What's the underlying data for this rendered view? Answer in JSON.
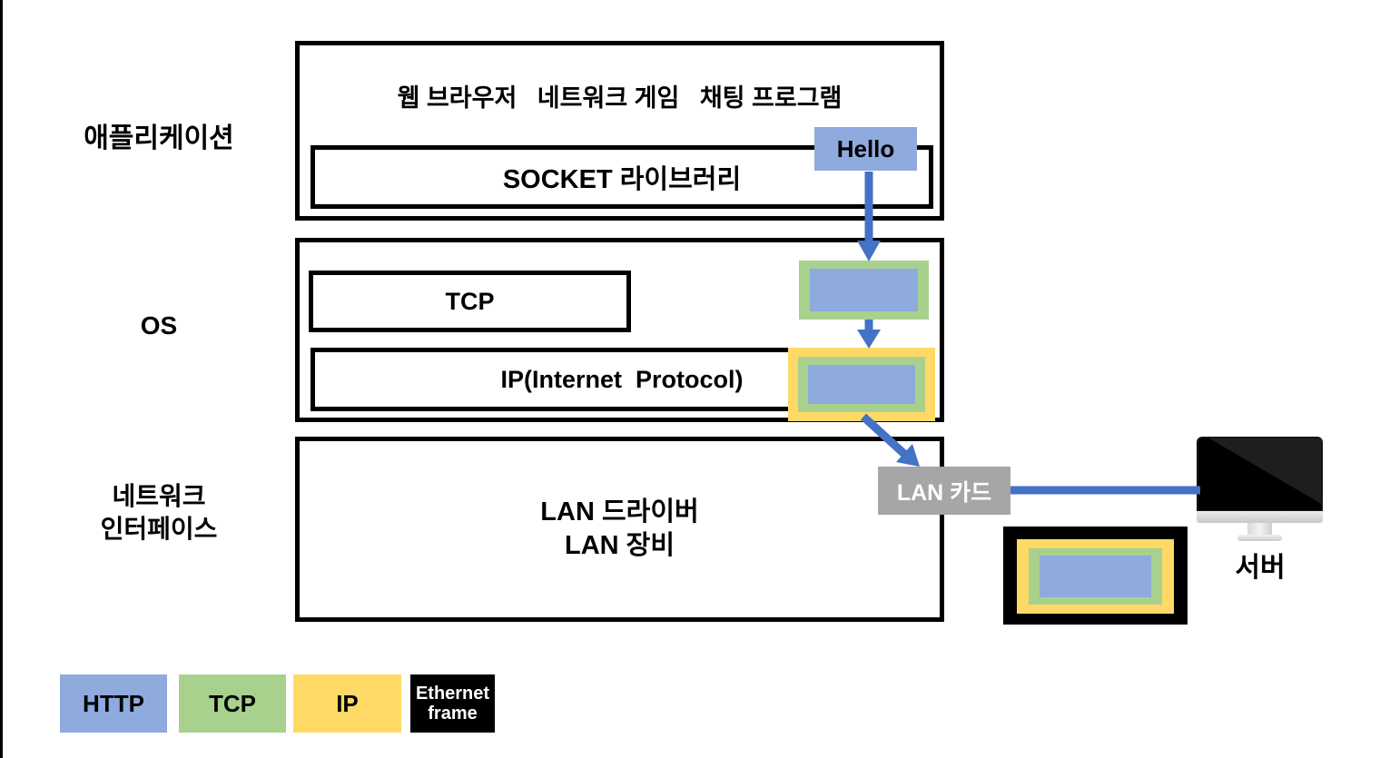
{
  "diagram": {
    "rows": {
      "application": {
        "label": "애플리케이션"
      },
      "os": {
        "label": "OS"
      },
      "network_interface": {
        "label_line1": "네트워크",
        "label_line2": "인터페이스"
      }
    },
    "application_box": {
      "programs": "웹 브라우저   네트워크 게임   채팅 프로그램",
      "socket_label": "SOCKET 라이브러리"
    },
    "os_box": {
      "tcp_label": "TCP",
      "ip_label": "IP(Internet  Protocol)"
    },
    "nic_box": {
      "line1": "LAN 드라이버",
      "line2": "LAN 장비"
    },
    "hello_label": "Hello",
    "lan_card_label": "LAN 카드",
    "server_label": "서버"
  },
  "legend": {
    "items": [
      {
        "label": "HTTP",
        "color": "#8FAADC"
      },
      {
        "label": "TCP",
        "color": "#A9D18E"
      },
      {
        "label": "IP",
        "color": "#FFD966"
      },
      {
        "label": "Ethernet frame",
        "label_line1": "Ethernet",
        "label_line2": "frame",
        "color": "#000000"
      }
    ]
  },
  "colors": {
    "http_blue": "#8FAADC",
    "tcp_green": "#A9D18E",
    "ip_yellow": "#FFD966",
    "ethernet_black": "#000000",
    "arrow_blue": "#4472C4",
    "lan_card_gray": "#A6A6A6"
  }
}
